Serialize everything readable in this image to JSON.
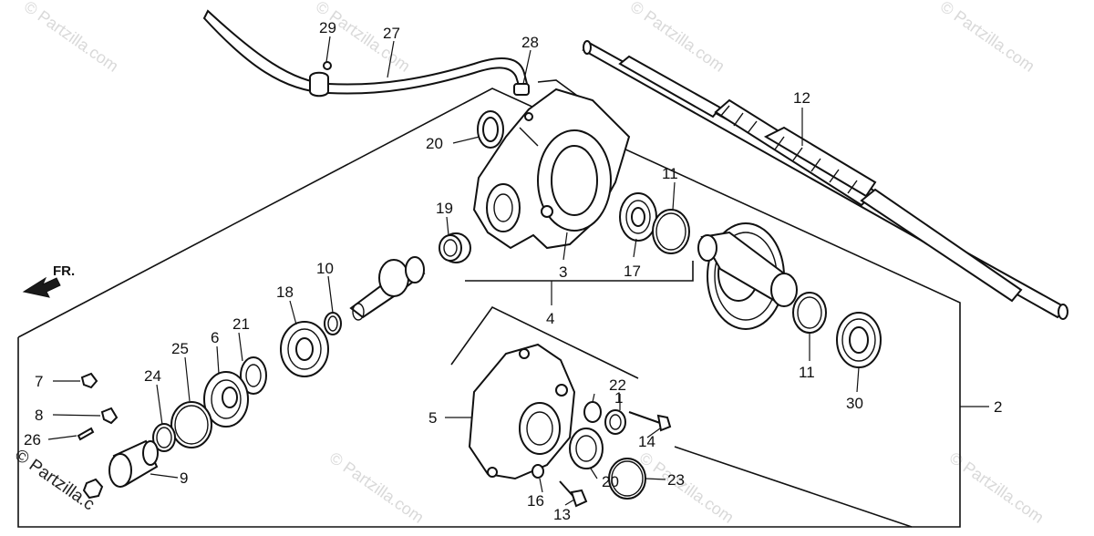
{
  "diagram": {
    "direction_label": "FR.",
    "watermark_text": "© Partzilla.com",
    "watermark_corner": "© Partzilla.c",
    "callouts": [
      {
        "id": "c1",
        "text": "1"
      },
      {
        "id": "c2",
        "text": "2"
      },
      {
        "id": "c3",
        "text": "3"
      },
      {
        "id": "c4",
        "text": "4"
      },
      {
        "id": "c5",
        "text": "5"
      },
      {
        "id": "c6",
        "text": "6"
      },
      {
        "id": "c7",
        "text": "7"
      },
      {
        "id": "c8",
        "text": "8"
      },
      {
        "id": "c9",
        "text": "9"
      },
      {
        "id": "c10",
        "text": "10"
      },
      {
        "id": "c11a",
        "text": "11"
      },
      {
        "id": "c11b",
        "text": "11"
      },
      {
        "id": "c12",
        "text": "12"
      },
      {
        "id": "c13",
        "text": "13"
      },
      {
        "id": "c14",
        "text": "14"
      },
      {
        "id": "c16",
        "text": "16"
      },
      {
        "id": "c17",
        "text": "17"
      },
      {
        "id": "c18",
        "text": "18"
      },
      {
        "id": "c19",
        "text": "19"
      },
      {
        "id": "c20a",
        "text": "20"
      },
      {
        "id": "c20b",
        "text": "20"
      },
      {
        "id": "c21",
        "text": "21"
      },
      {
        "id": "c22",
        "text": "22"
      },
      {
        "id": "c23",
        "text": "23"
      },
      {
        "id": "c24",
        "text": "24"
      },
      {
        "id": "c25",
        "text": "25"
      },
      {
        "id": "c26",
        "text": "26"
      },
      {
        "id": "c27",
        "text": "27"
      },
      {
        "id": "c28",
        "text": "28"
      },
      {
        "id": "c29",
        "text": "29"
      },
      {
        "id": "c30",
        "text": "30"
      }
    ]
  }
}
